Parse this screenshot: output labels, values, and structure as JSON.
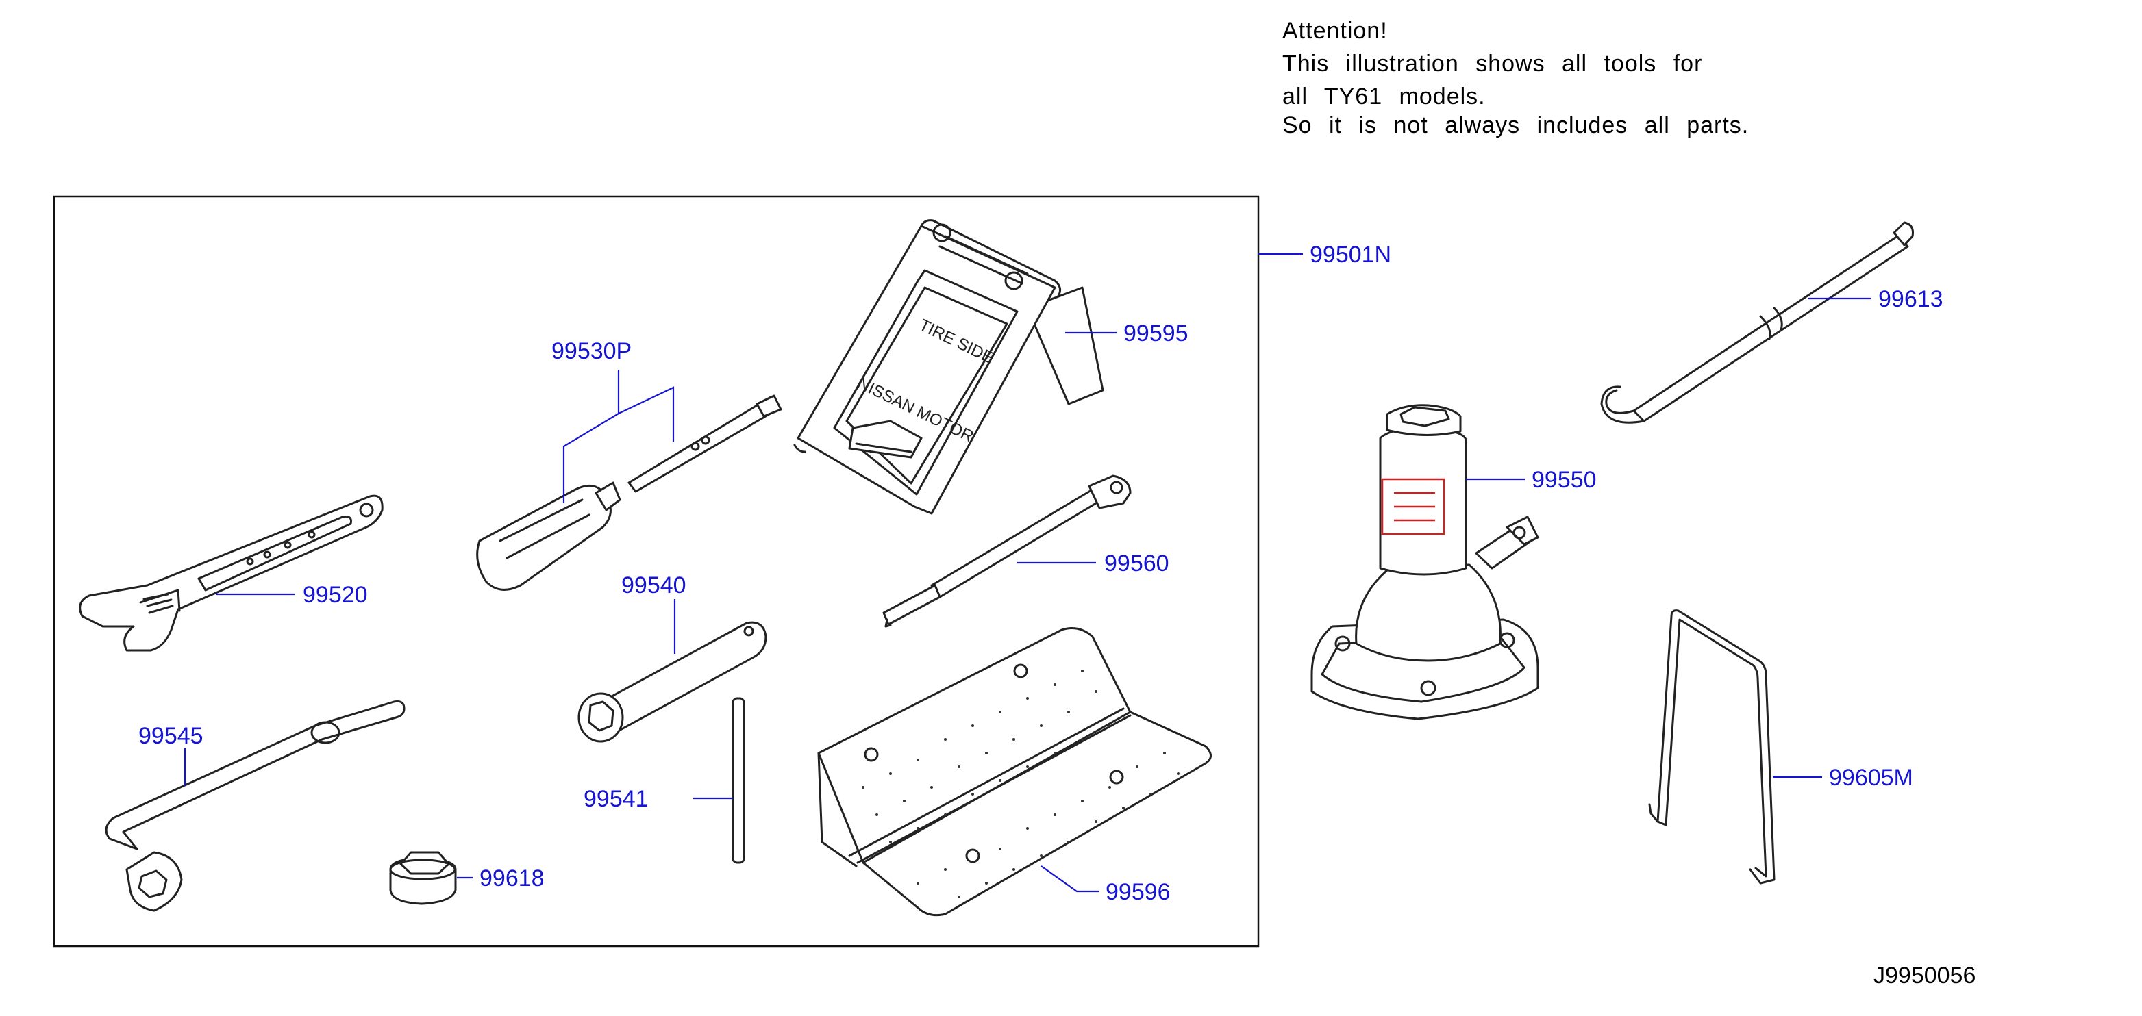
{
  "notice": {
    "lines": [
      "Attention!",
      "This illustration shows all tools for",
      "all TY61 models.",
      "So it is not always includes all parts."
    ]
  },
  "parts": {
    "p99501N": "99501N",
    "p99595": "99595",
    "p99530P": "99530P",
    "p99520": "99520",
    "p99560": "99560",
    "p99540": "99540",
    "p99545": "99545",
    "p99541": "99541",
    "p99618": "99618",
    "p99596": "99596",
    "p99613": "99613",
    "p99550": "99550",
    "p99605M": "99605M"
  },
  "plate_text": {
    "top": "TIRE SIDE",
    "bottom": "NISSAN MOTOR"
  },
  "diagram_ref": "J9950056",
  "colors": {
    "callout": "#1414d2",
    "line": "#222222",
    "jack_label": "#d02020"
  }
}
